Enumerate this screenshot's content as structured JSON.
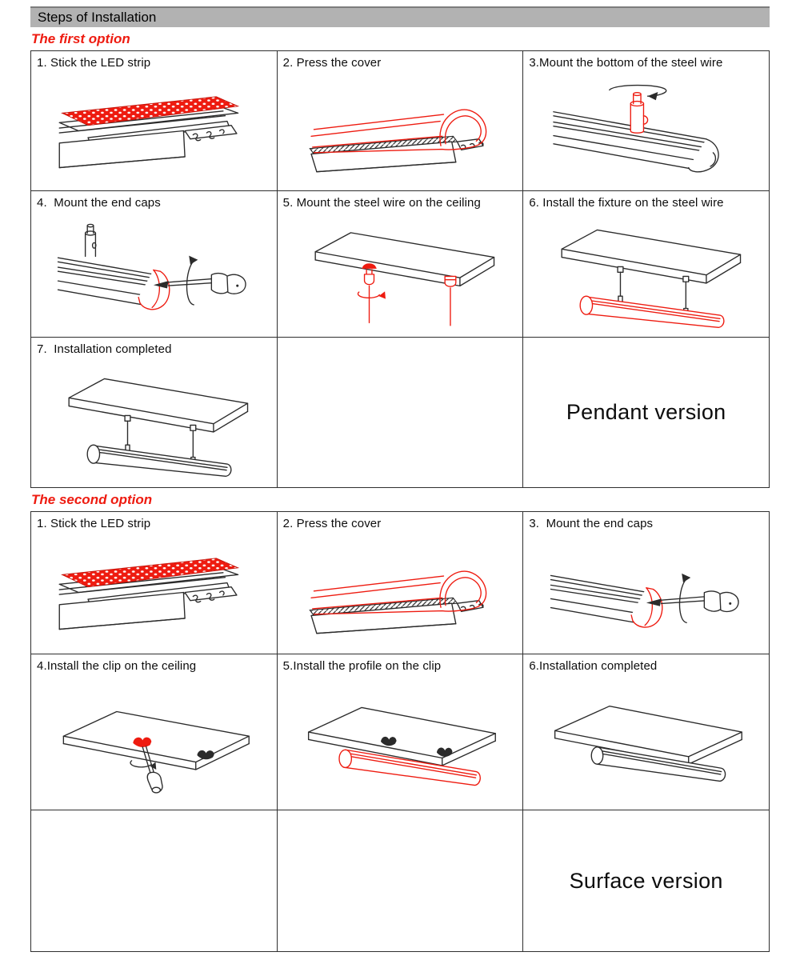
{
  "page": {
    "title": "Steps of Installation"
  },
  "colors": {
    "header_bg": "#b2b2b2",
    "accent_red": "#ee1b10",
    "line": "#2b2b2b"
  },
  "sections": [
    {
      "heading": "The first option",
      "rows": [
        {
          "cells": [
            {
              "label": "1. Stick the LED strip",
              "drawing": "led-strip"
            },
            {
              "label": "2. Press the cover",
              "drawing": "press-cover"
            },
            {
              "label": "3.Mount the bottom of the steel wire",
              "drawing": "wire-bottom"
            }
          ]
        },
        {
          "cells": [
            {
              "label": "4.  Mount the end caps",
              "drawing": "end-caps-pendant"
            },
            {
              "label": "5. Mount the steel wire on the ceiling",
              "drawing": "wire-ceiling"
            },
            {
              "label": "6. Install the fixture on the steel wire",
              "drawing": "fixture-wire"
            }
          ]
        },
        {
          "cells": [
            {
              "label": "7.  Installation completed",
              "drawing": "completed-pendant"
            },
            {
              "label": "",
              "drawing": ""
            },
            {
              "label": "Pendant version",
              "drawing": "",
              "big": true
            }
          ]
        }
      ]
    },
    {
      "heading": "The second option",
      "rows": [
        {
          "cells": [
            {
              "label": "1. Stick the LED strip",
              "drawing": "led-strip"
            },
            {
              "label": "2. Press the cover",
              "drawing": "press-cover"
            },
            {
              "label": "3.  Mount the end caps",
              "drawing": "end-caps-surface"
            }
          ]
        },
        {
          "cells": [
            {
              "label": "4.Install the clip on the ceiling",
              "drawing": "clip-ceiling"
            },
            {
              "label": "5.Install the profile on the clip",
              "drawing": "profile-clip"
            },
            {
              "label": "6.Installation completed",
              "drawing": "completed-surface"
            }
          ]
        },
        {
          "cells": [
            {
              "label": "",
              "drawing": ""
            },
            {
              "label": "",
              "drawing": ""
            },
            {
              "label": "Surface version",
              "drawing": "",
              "big": true
            }
          ]
        }
      ]
    }
  ]
}
